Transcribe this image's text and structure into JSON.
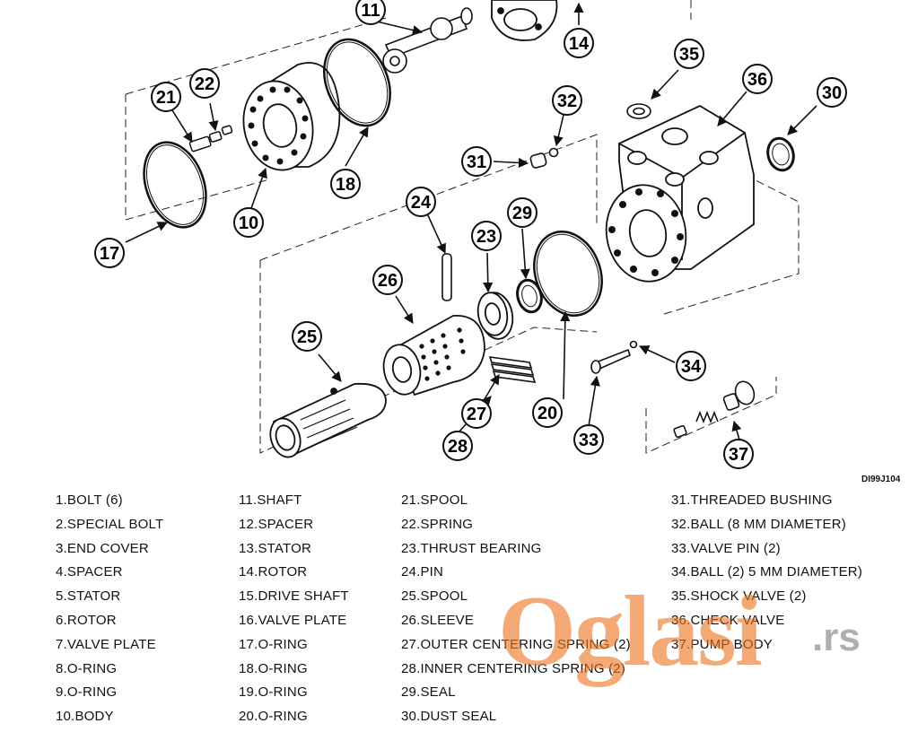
{
  "figure_code": "DI99J104",
  "callouts": [
    "10",
    "11",
    "14",
    "17",
    "18",
    "20",
    "21",
    "22",
    "23",
    "24",
    "25",
    "26",
    "27",
    "28",
    "29",
    "30",
    "31",
    "32",
    "33",
    "34",
    "35",
    "36",
    "37"
  ],
  "parts": [
    [
      "1.BOLT (6)",
      "2.SPECIAL BOLT",
      "3.END COVER",
      "4.SPACER",
      "5.STATOR",
      "6.ROTOR",
      "7.VALVE PLATE",
      "8.O-RING",
      "9.O-RING",
      "10.BODY"
    ],
    [
      "11.SHAFT",
      "12.SPACER",
      "13.STATOR",
      "14.ROTOR",
      "15.DRIVE SHAFT",
      "16.VALVE PLATE",
      "17.O-RING",
      "18.O-RING",
      "19.O-RING",
      "20.O-RING"
    ],
    [
      "21.SPOOL",
      "22.SPRING",
      "23.THRUST BEARING",
      "24.PIN",
      "25.SPOOL",
      "26.SLEEVE",
      "27.OUTER CENTERING SPRING (2)",
      "28.INNER CENTERING SPRING (2)",
      "29.SEAL",
      "30.DUST SEAL"
    ],
    [
      "31.THREADED BUSHING",
      "32.BALL (8 MM DIAMETER)",
      "33.VALVE PIN (2)",
      "34.BALL (2) 5 MM DIAMETER)",
      "35.SHOCK VALVE (2)",
      "36.CHECK VALVE",
      "37.PUMP BODY"
    ]
  ],
  "watermark": {
    "text": "Oglasi",
    "tld": ".rs"
  },
  "colors": {
    "ink": "#111111",
    "watermark": "#ec7622"
  }
}
